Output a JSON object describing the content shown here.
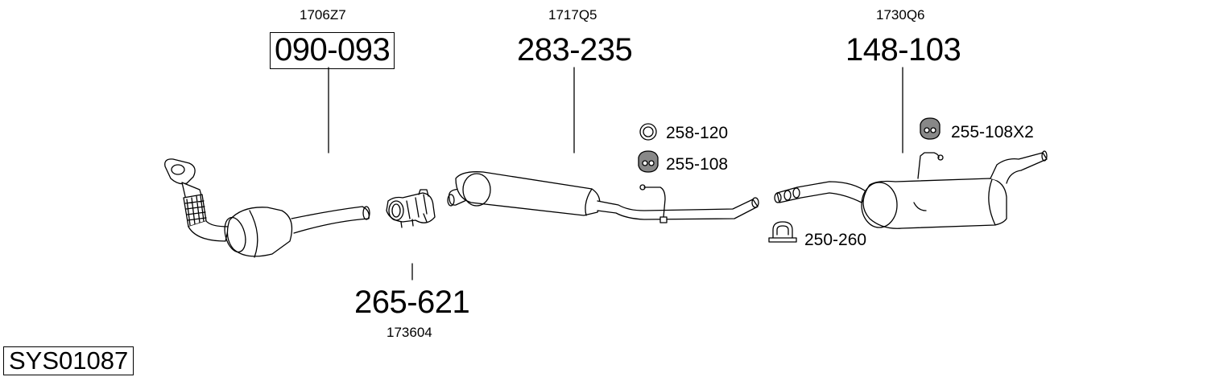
{
  "system": {
    "code": "SYS01087"
  },
  "parts": [
    {
      "id": "catalytic-converter",
      "oem": "1706Z7",
      "number": "090-093",
      "boxed": true
    },
    {
      "id": "clamp-connector",
      "oem": "173604",
      "number": "265-621",
      "boxed": false
    },
    {
      "id": "middle-silencer",
      "oem": "1717Q5",
      "number": "283-235",
      "boxed": false
    },
    {
      "id": "rear-silencer",
      "oem": "1730Q6",
      "number": "148-103",
      "boxed": false
    }
  ],
  "accessories": [
    {
      "id": "sealing-ring",
      "number": "258-120",
      "icon": "ring-icon"
    },
    {
      "id": "rubber-mount-middle",
      "number": "255-108",
      "icon": "rubber-mount-icon"
    },
    {
      "id": "rubber-mount-rear",
      "number": "255-108X2",
      "icon": "rubber-mount-icon"
    },
    {
      "id": "pipe-clamp",
      "number": "250-260",
      "icon": "u-clamp-icon"
    }
  ]
}
